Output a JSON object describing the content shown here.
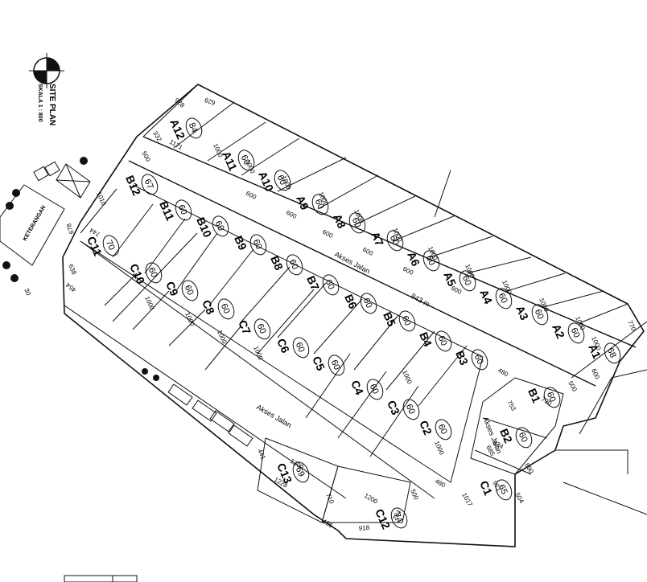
{
  "header": {
    "title": "SITE PLAN",
    "scale": "SKALA 1 : 800"
  },
  "roads": [
    {
      "name": "Akses Jalan",
      "role": "main"
    },
    {
      "name": "843 m",
      "role": "length"
    },
    {
      "name": "Akses Jalan",
      "role": "side"
    },
    {
      "name": "Akses Jalan",
      "role": "lower"
    }
  ],
  "lots": [
    {
      "id": "A1",
      "area": "68"
    },
    {
      "id": "A2",
      "area": "60"
    },
    {
      "id": "A3",
      "area": "60"
    },
    {
      "id": "A4",
      "area": "60"
    },
    {
      "id": "A5",
      "area": "60"
    },
    {
      "id": "A6",
      "area": "60"
    },
    {
      "id": "A7",
      "area": "60"
    },
    {
      "id": "A8",
      "area": "60"
    },
    {
      "id": "A9",
      "area": "60"
    },
    {
      "id": "A10",
      "area": "60"
    },
    {
      "id": "A11",
      "area": "60"
    },
    {
      "id": "A12",
      "area": "84"
    },
    {
      "id": "B1",
      "area": "60"
    },
    {
      "id": "B2",
      "area": "60"
    },
    {
      "id": "B3",
      "area": "60"
    },
    {
      "id": "B4",
      "area": "60"
    },
    {
      "id": "B5",
      "area": "60"
    },
    {
      "id": "B6",
      "area": "60"
    },
    {
      "id": "B7",
      "area": "60"
    },
    {
      "id": "B8",
      "area": "60"
    },
    {
      "id": "B9",
      "area": "60"
    },
    {
      "id": "B10",
      "area": "60"
    },
    {
      "id": "B11",
      "area": "60"
    },
    {
      "id": "B12",
      "area": "67"
    },
    {
      "id": "C1",
      "area": "65"
    },
    {
      "id": "C2",
      "area": "60"
    },
    {
      "id": "C3",
      "area": "60"
    },
    {
      "id": "C4",
      "area": "60"
    },
    {
      "id": "C5",
      "area": "60"
    },
    {
      "id": "C6",
      "area": "60"
    },
    {
      "id": "C7",
      "area": "60"
    },
    {
      "id": "C8",
      "area": "60"
    },
    {
      "id": "C9",
      "area": "60"
    },
    {
      "id": "C10",
      "area": "60"
    },
    {
      "id": "C11",
      "area": "70"
    },
    {
      "id": "C12",
      "area": "74"
    },
    {
      "id": "C13",
      "area": "69"
    }
  ],
  "dimensions": [
    "770",
    "1000",
    "600",
    "629",
    "825",
    "332",
    "1171",
    "500",
    "1000",
    "1000",
    "1000",
    "1000",
    "1000",
    "1000",
    "1000",
    "1000",
    "1000",
    "1000",
    "1000",
    "600",
    "600",
    "600",
    "600",
    "600",
    "600",
    "1010",
    "744",
    "678",
    "638",
    "454",
    "1000",
    "1000",
    "1000",
    "1000",
    "480",
    "790",
    "753",
    "834",
    "685",
    "690",
    "921",
    "1017",
    "504",
    "500",
    "480",
    "1000",
    "1000",
    "1200",
    "1228",
    "441",
    "710",
    "1200",
    "918",
    "456",
    "284",
    "500",
    "30"
  ],
  "legend": {
    "rotated_block": "KETERANGAN"
  }
}
